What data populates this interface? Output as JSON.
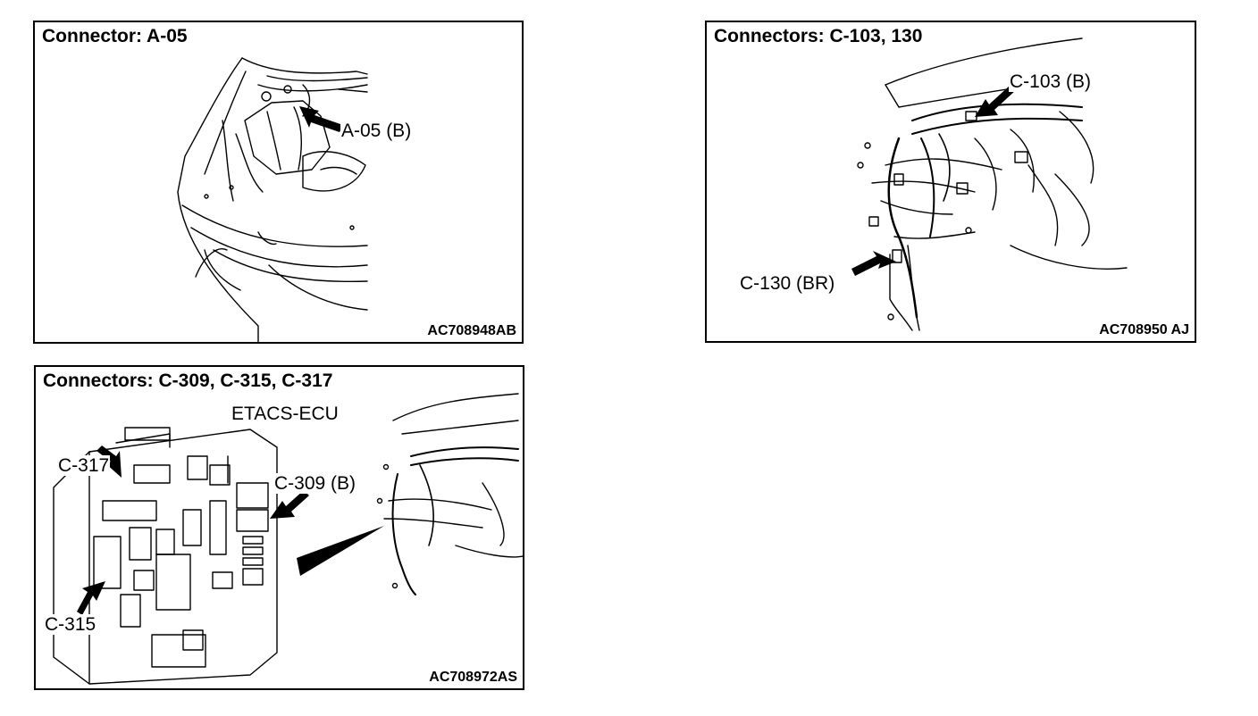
{
  "panels": [
    {
      "title": "Connector: A-05",
      "code": "AC708948AB",
      "callouts": [
        "A-05 (B)"
      ]
    },
    {
      "title": "Connectors: C-103, 130",
      "code": "AC708950 AJ",
      "callouts": [
        "C-103 (B)",
        "C-130 (BR)"
      ]
    },
    {
      "title": "Connectors: C-309, C-315, C-317",
      "code": "AC708972AS",
      "component": "ETACS-ECU",
      "callouts": [
        "C-317",
        "C-309 (B)",
        "C-315"
      ]
    }
  ]
}
